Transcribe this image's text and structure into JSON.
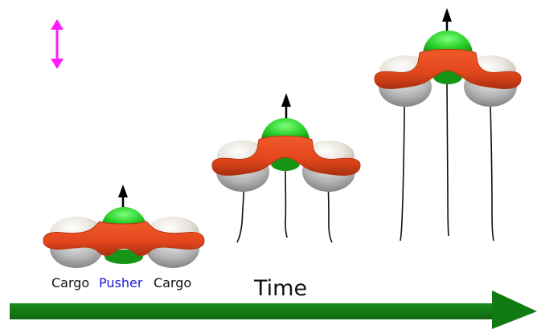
{
  "labels": {
    "cargo_left": "Cargo",
    "pusher": "Pusher",
    "cargo_right": "Cargo",
    "time": "Time"
  },
  "colors": {
    "pusher_body": "#2bd12b",
    "pusher_dark": "#159415",
    "cargo": "#e8e4dc",
    "cargo_shadow": "#9a9a9a",
    "linker": "#e2461c",
    "linker_dark": "#a8300f",
    "time_arrow": "#127a12",
    "scale_arrow": "#ff1aff",
    "pusher_label": "#1a1ad6",
    "cargo_label": "#111111",
    "tether": "#111111"
  },
  "icons": {
    "scale": "double-headed-vertical-arrow-icon",
    "direction": "up-arrow-icon",
    "time": "right-arrow-icon"
  }
}
